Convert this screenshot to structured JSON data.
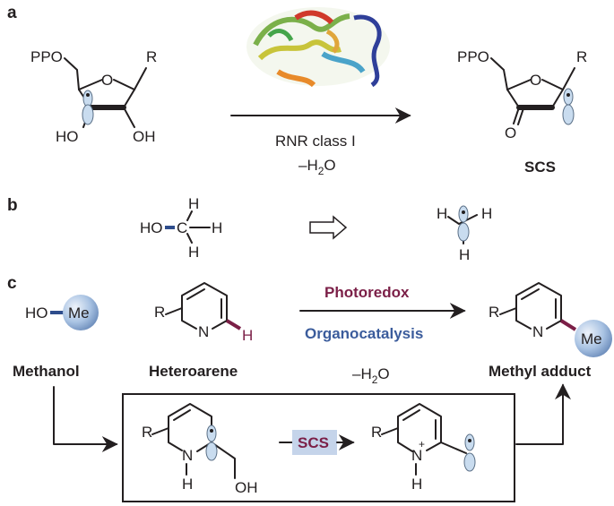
{
  "colors": {
    "photoredox": "#7b1f47",
    "organocatalysis": "#3b5c9c",
    "scs_box": "#c5d4ea",
    "sphere": "#a9c3e3",
    "bond_blue": "#2e4d8c",
    "bond_red": "#7b1f47"
  },
  "panel_a": {
    "label": "a",
    "reactant": {
      "ppo": "PPO",
      "r": "R",
      "oh1": "HO",
      "oh2": "OH"
    },
    "arrow_label": "RNR class I",
    "water_loss": "–H",
    "water_sub": "2",
    "water_o": "O",
    "product": {
      "ppo": "PPO",
      "r": "R",
      "carbonyl_o": "O",
      "label": "SCS"
    },
    "protein_icon": "protein-ribbon-structure"
  },
  "panel_b": {
    "label": "b",
    "methanol": {
      "ho": "HO",
      "c": "C",
      "h": "H"
    },
    "arrow_icon": "implies-arrow",
    "radical": {
      "h": "H"
    }
  },
  "panel_c": {
    "label": "c",
    "methanol": {
      "ho": "HO",
      "me": "Me",
      "name": "Methanol"
    },
    "heteroarene": {
      "r": "R",
      "n": "N",
      "h": "H",
      "name": "Heteroarene"
    },
    "conditions": {
      "top": "Photoredox",
      "bottom": "Organocatalysis",
      "water_loss": "–H",
      "water_sub": "2",
      "water_o": "O"
    },
    "product": {
      "r": "R",
      "n": "N",
      "me": "Me",
      "name": "Methyl adduct"
    },
    "mechanism": {
      "int1": {
        "r": "R",
        "n": "N",
        "h": "H",
        "oh": "OH"
      },
      "scs_label": "SCS",
      "int2": {
        "r": "R",
        "n": "N",
        "plus": "+",
        "h": "H"
      }
    }
  }
}
